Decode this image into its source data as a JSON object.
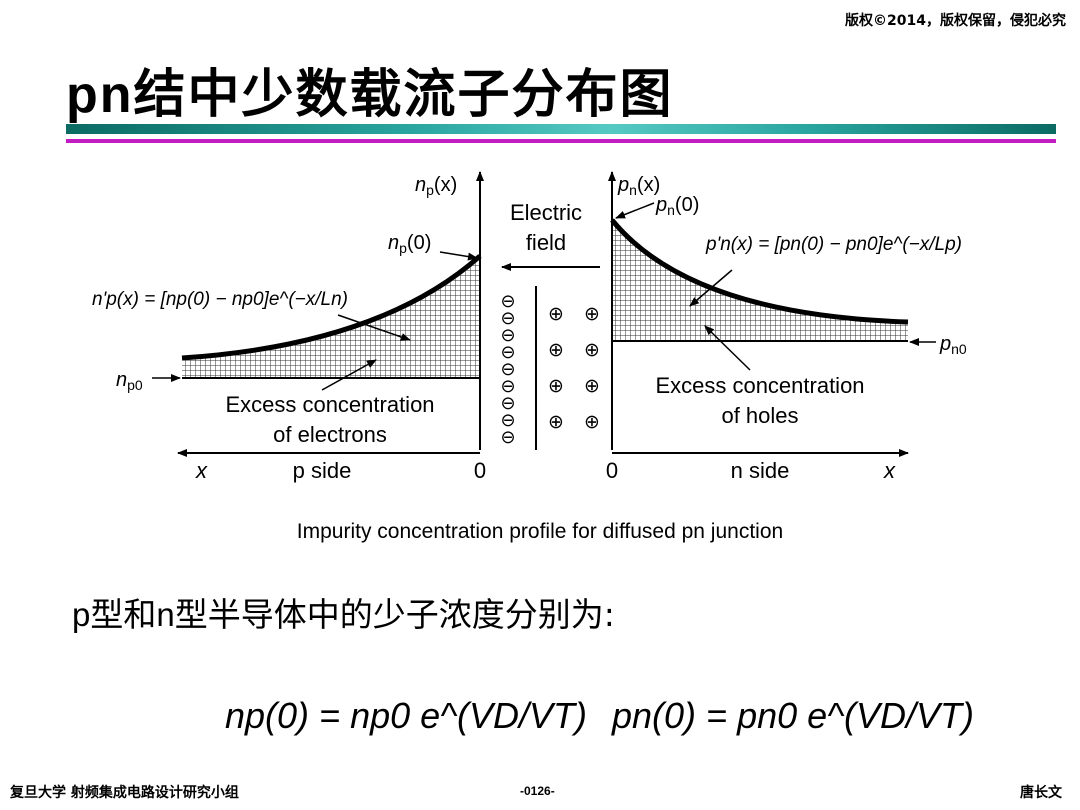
{
  "copyright": "版权©2014，版权保留，侵犯必究",
  "title": {
    "latin": "pn",
    "cjk": "结中少数载流子分布图"
  },
  "diagram": {
    "np_axis": "n",
    "np_axis_sub": "p",
    "np_axis_arg": "(x)",
    "pn_axis": "p",
    "pn_axis_sub": "n",
    "pn_axis_arg": "(x)",
    "np0_label": "n",
    "np0_label_sub": "p",
    "np0_label_arg": "(0)",
    "pn0_label": "p",
    "pn0_label_sub": "n",
    "pn0_label_arg": "(0)",
    "np_eq": "n'p(x) = [np(0) − np0]e^(−x/Ln)",
    "pn_eq": "p'n(x) = [pn(0) − pn0]e^(−x/Lp)",
    "np0_level": "n",
    "np0_level_sub": "p0",
    "pn0_level": "p",
    "pn0_level_sub": "n0",
    "field_line1": "Electric",
    "field_line2": "field",
    "excess_e_line1": "Excess concentration",
    "excess_e_line2": "of electrons",
    "excess_h_line1": "Excess concentration",
    "excess_h_line2": "of holes",
    "x_left": "x",
    "x_right": "x",
    "p_side": "p side",
    "n_side": "n side",
    "zero_left": "0",
    "zero_right": "0",
    "minus_sign": "⊖",
    "plus_sign": "⊕"
  },
  "caption": "Impurity concentration profile for diffused pn junction",
  "subtitle": {
    "part1": "p",
    "part2": "型和",
    "part3": "n",
    "part4": "型半导体中的少子浓度分别为:"
  },
  "equations": {
    "left": "np(0) = np0 e^(VD/VT)",
    "right": "pn(0) = pn0 e^(VD/VT)"
  },
  "footer": {
    "left": "复旦大学    射频集成电路设计研究小组",
    "center": "-0126-",
    "right": "唐长文"
  }
}
